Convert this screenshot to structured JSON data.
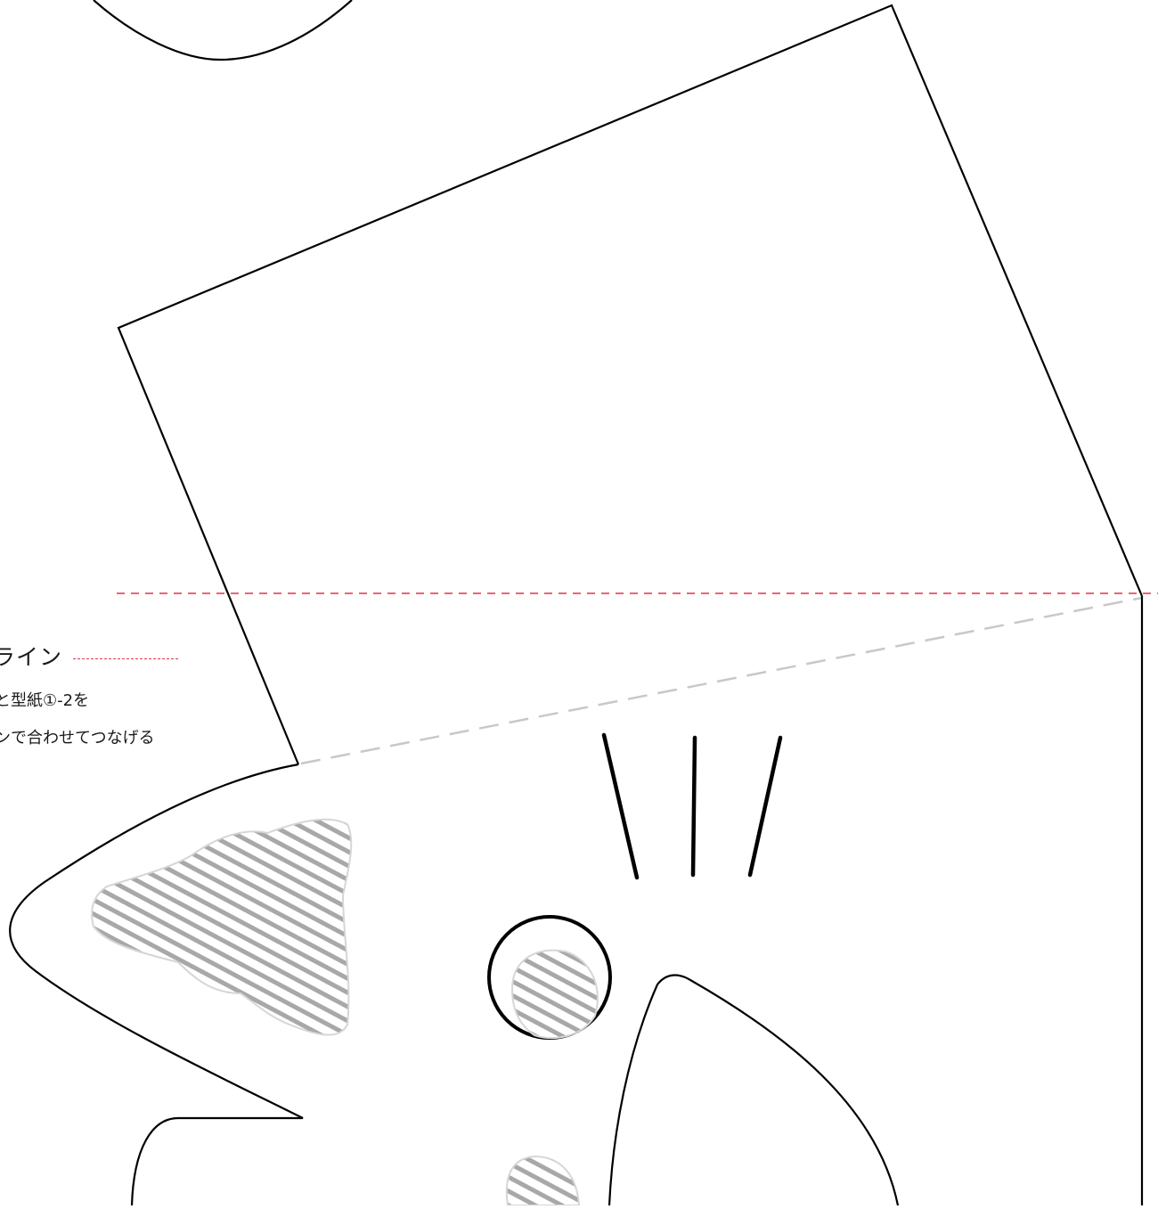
{
  "legend": {
    "title": "ライン",
    "line1": "と型紙①-2を",
    "line2": "ンで合わせてつなげる"
  },
  "colors": {
    "outline": "#000000",
    "align_line": "#e0344a",
    "joint_line": "#c8c8c8",
    "hatch_fill": "#a8a8a8",
    "hatch_edge": "#d6d6d6",
    "background": "#ffffff"
  },
  "shapes": [
    "ear-curve",
    "head-panel",
    "cat-face-outline",
    "eye-ring",
    "eye-patch",
    "cheek-patch",
    "nose-patch",
    "whisker-left",
    "whisker-center",
    "whisker-right",
    "muzzle-outline",
    "paw-outline"
  ]
}
